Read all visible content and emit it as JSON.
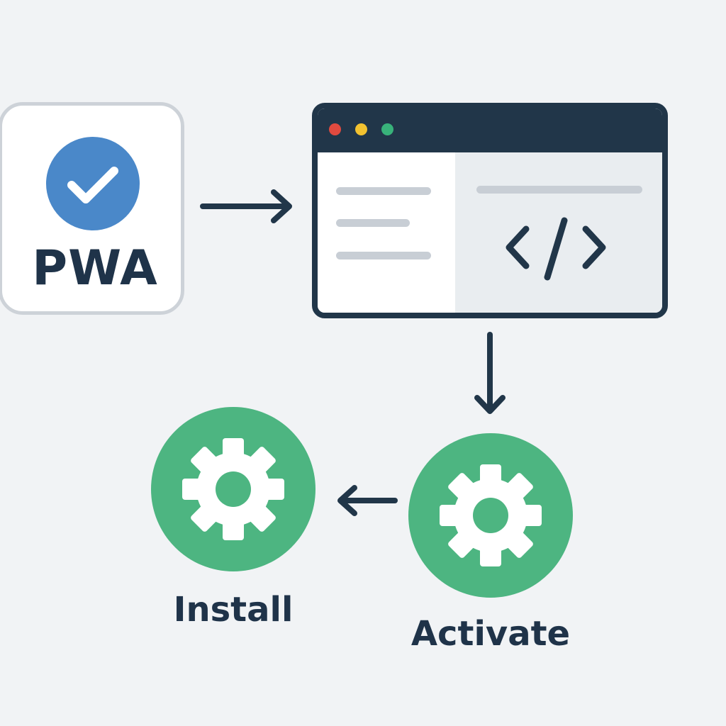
{
  "pwa": {
    "label": "PWA"
  },
  "steps": {
    "install": {
      "label": "Install"
    },
    "activate": {
      "label": "Activate"
    }
  },
  "browser": {
    "code_glyph": "</>"
  },
  "colors": {
    "background": "#f1f3f5",
    "navy": "#213649",
    "blue": "#4a88c9",
    "green": "#4db581",
    "window_dot_red": "#e04a3f",
    "window_dot_yellow": "#f2c230",
    "window_dot_green": "#38b27a"
  },
  "icons": [
    "check-icon",
    "code-icon",
    "gear-icon",
    "arrow-right-icon",
    "arrow-down-icon",
    "arrow-left-icon"
  ]
}
